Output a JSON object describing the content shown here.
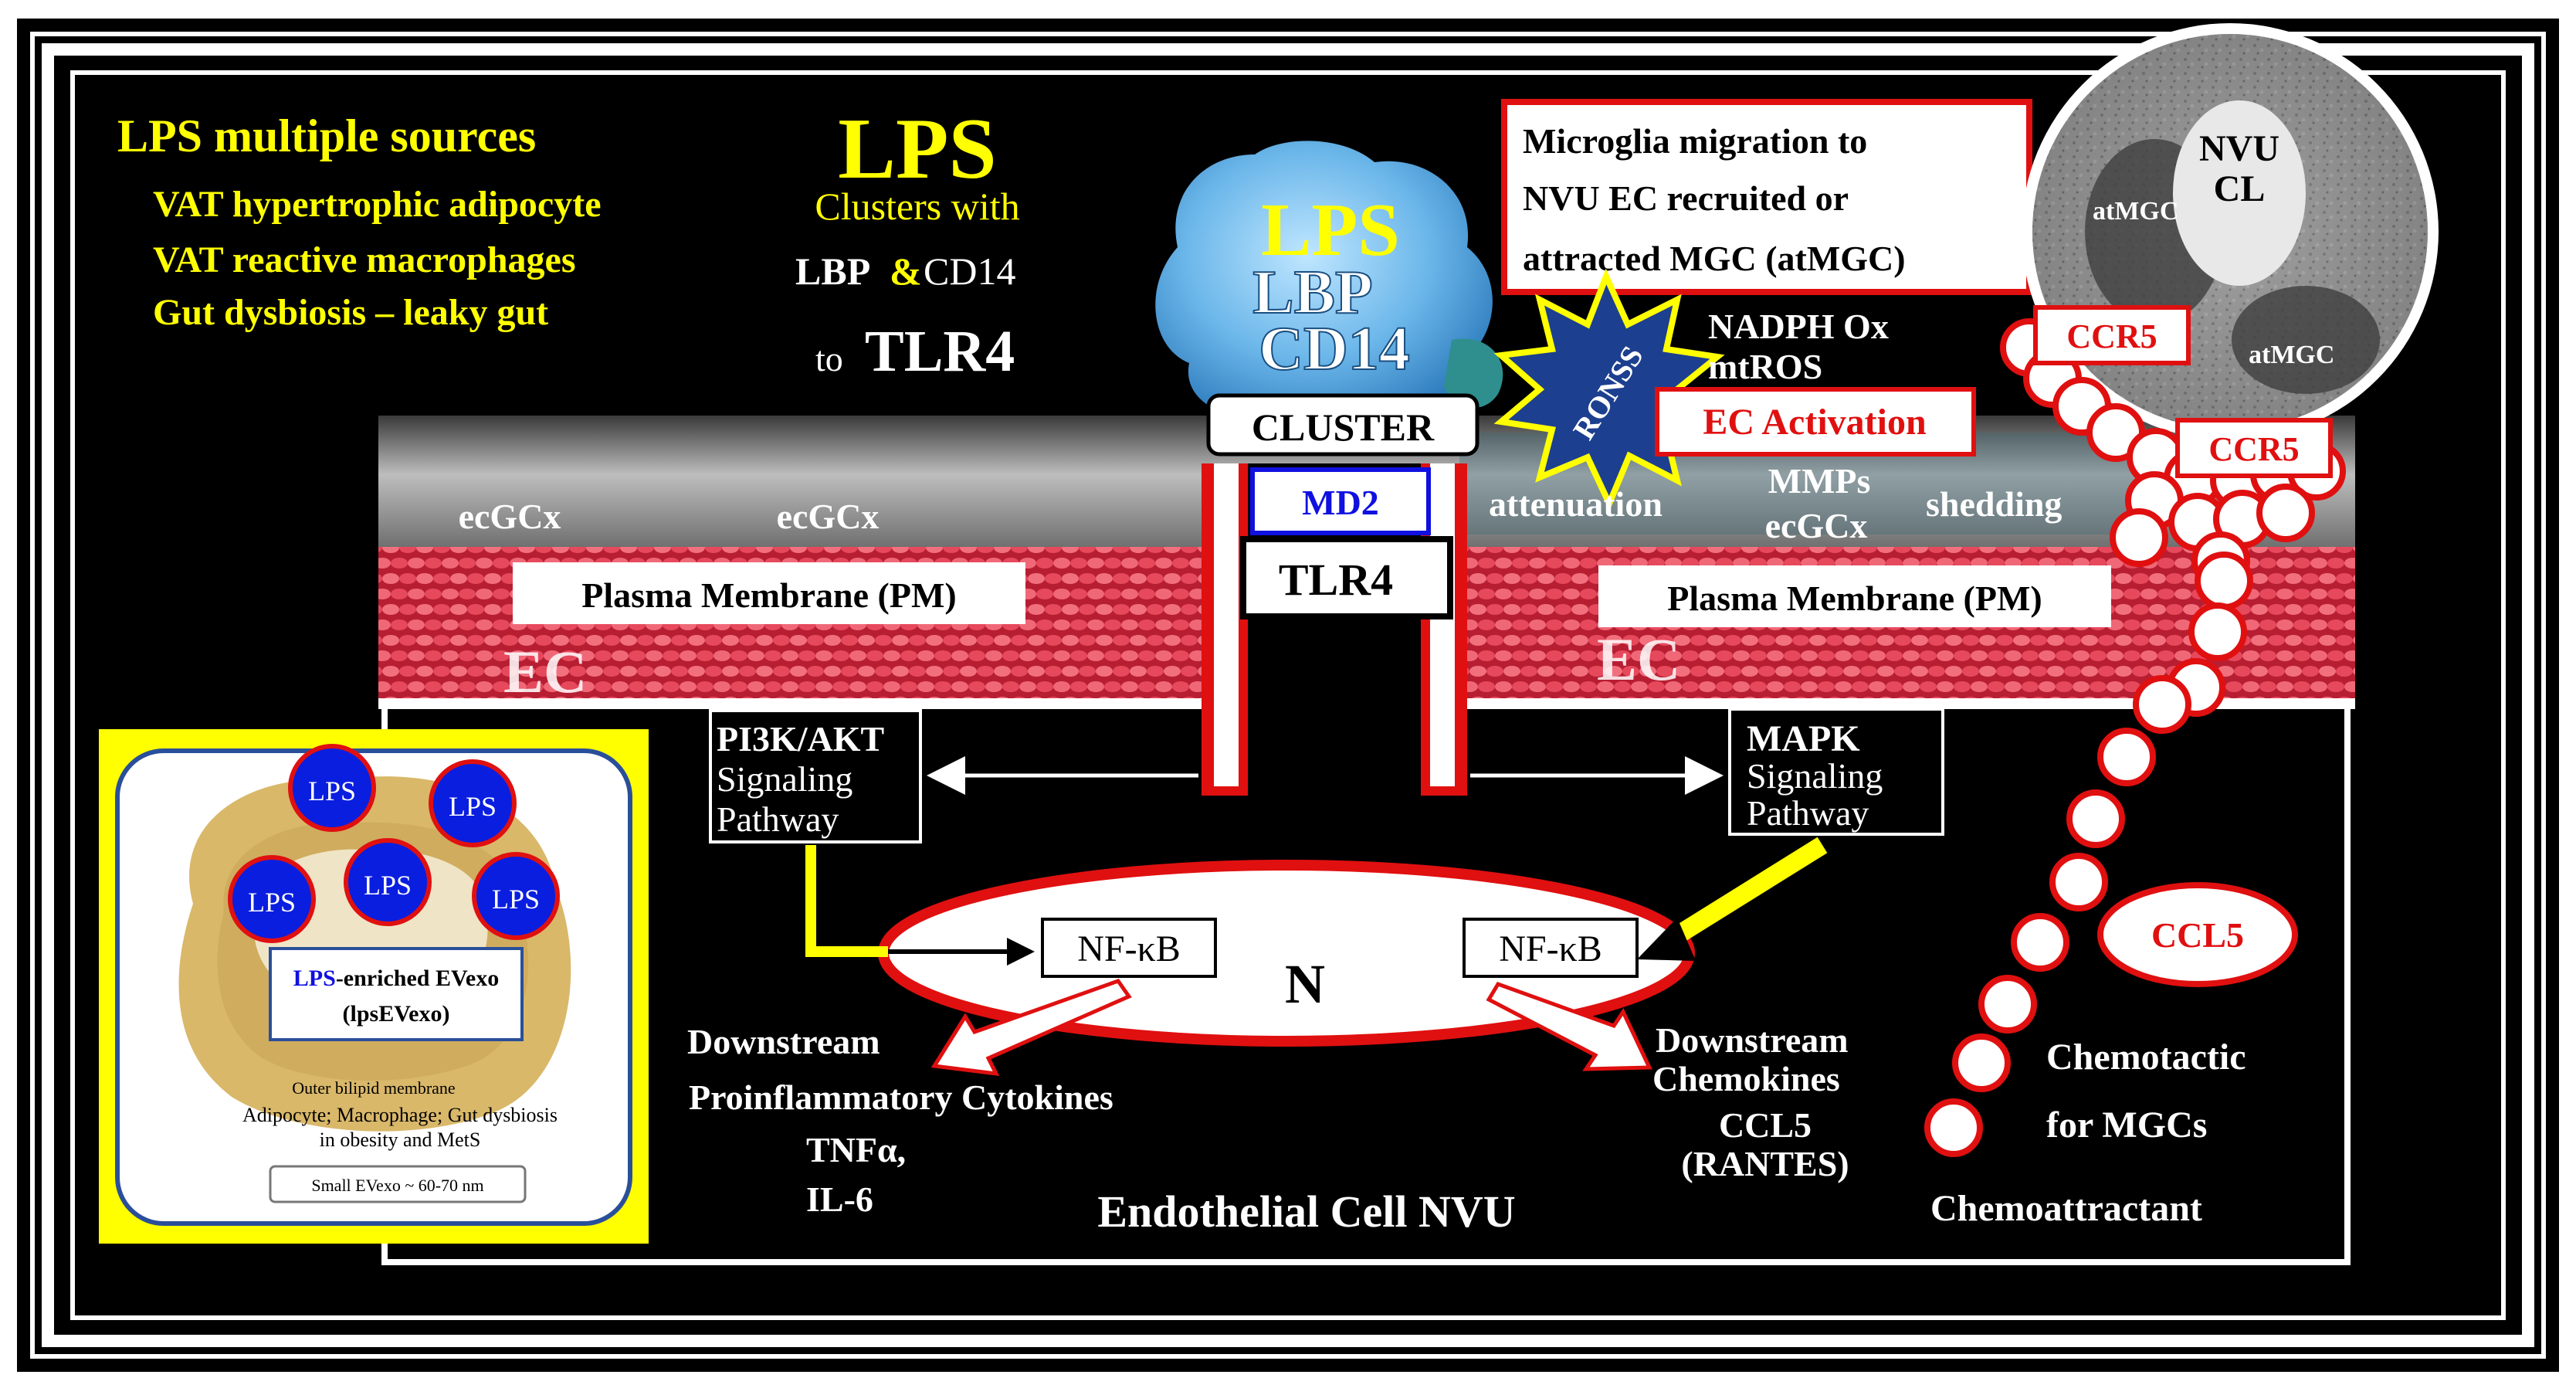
{
  "sources": {
    "title": "LPS multiple sources",
    "items": [
      "VAT hypertrophic adipocyte",
      "VAT reactive macrophages",
      "Gut dysbiosis – leaky gut"
    ]
  },
  "lps_header": {
    "big": "LPS",
    "line1": "Clusters with",
    "lbp": "LBP",
    "amp": "&",
    "cd14": "CD14",
    "to": "to",
    "tlr4": "TLR4"
  },
  "complex": {
    "lps": "LPS",
    "lbp": "LBP",
    "cd14": "CD14",
    "cluster": "CLUSTER",
    "md2": "MD2",
    "tlr4": "TLR4"
  },
  "microglia_box": [
    "Microglia migration to",
    "NVU EC recruited or",
    "attracted MGC (atMGC)"
  ],
  "ronss": "RONSS",
  "nadph": [
    "NADPH Ox",
    "mtROS"
  ],
  "ec_activation": "EC Activation",
  "membrane": {
    "ecgcx_left": "ecGCx",
    "ecgcx_mid": "ecGCx",
    "attenuation": "attenuation",
    "mmps": "MMPs",
    "ecgcx_right": "ecGCx",
    "shedding": "shedding",
    "pm_left": "Plasma Membrane (PM)",
    "pm_right": "Plasma Membrane (PM)",
    "ec_left": "EC",
    "ec_right": "EC"
  },
  "micrograph": {
    "nvu": "NVU",
    "cl": "CL",
    "atmgc_1": "atMGC",
    "atmgc_2": "atMGC"
  },
  "ccr5": [
    "CCR5",
    "CCR5"
  ],
  "pi3k": [
    "PI3K/AKT",
    "Signaling",
    "Pathway"
  ],
  "mapk": [
    "MAPK",
    "Signaling",
    "Pathway"
  ],
  "nucleus": {
    "label": "N",
    "nfkb_left": "NF-κB",
    "nfkb_right": "NF-κB"
  },
  "downstream_left": {
    "line1": "Downstream",
    "line2": "Proinflammatory Cytokines",
    "tnf": "TNFα,",
    "il6": "IL-6"
  },
  "downstream_right": {
    "line1": "Downstream",
    "line2": "Chemokines",
    "ccl5": "CCL5",
    "rantes": "(RANTES)"
  },
  "endothelial": "Endothelial Cell NVU",
  "ccl5_oval": "CCL5",
  "chemotactic": [
    "Chemotactic",
    "for MGCs"
  ],
  "chemoattractant": "Chemoattractant",
  "exosome": {
    "lps_circles": [
      "LPS",
      "LPS",
      "LPS",
      "LPS",
      "LPS"
    ],
    "label_lps": "LPS",
    "label_rest": "-enriched EVexo",
    "label_sub": "(lpsEVexo)",
    "outer": "Outer bilipid membrane",
    "desc1": "Adipocyte; Macrophage; Gut dysbiosis",
    "desc2": "in obesity and MetS",
    "size": "Small EVexo ~ 60-70 nm"
  },
  "colors": {
    "yellow": "#ffff00",
    "red": "#e01010",
    "blue": "#1010e0",
    "membrane": "#e8485a"
  }
}
